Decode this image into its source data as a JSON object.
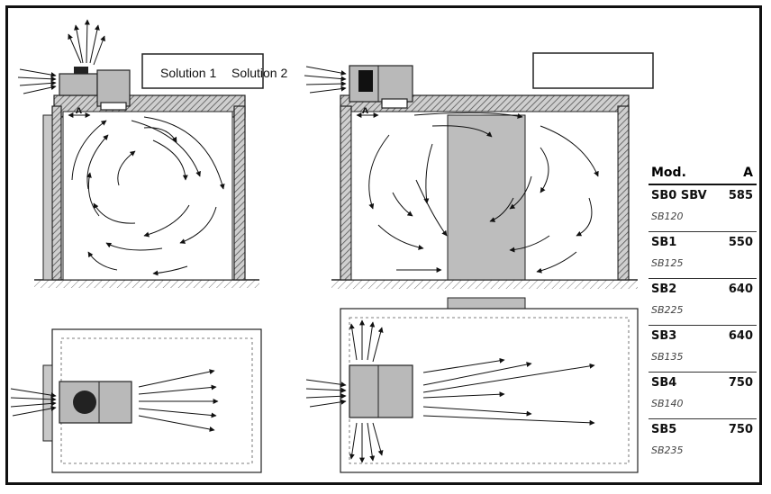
{
  "labels": {
    "solution_1": "Solution 1",
    "solution_2": "Solution 2",
    "box_right": "",
    "dimension_marker": "A"
  },
  "table": {
    "header_model": "Mod.",
    "header_value": "A",
    "rows": [
      {
        "model": "SB0 SBV",
        "value": "585",
        "alt": "SB120"
      },
      {
        "model": "SB1",
        "value": "550",
        "alt": "SB125"
      },
      {
        "model": "SB2",
        "value": "640",
        "alt": "SB225"
      },
      {
        "model": "SB3",
        "value": "640",
        "alt": "SB135"
      },
      {
        "model": "SB4",
        "value": "750",
        "alt": "SB140"
      },
      {
        "model": "SB5",
        "value": "750",
        "alt": "SB235"
      }
    ]
  },
  "colors": {
    "wall": "#7a7a7a",
    "unit": "#b9b9b9",
    "shelf": "#bdbdbd",
    "line": "#111111"
  },
  "icons": [
    "airflow-arrow-icon",
    "fan-icon",
    "compressor-icon"
  ]
}
